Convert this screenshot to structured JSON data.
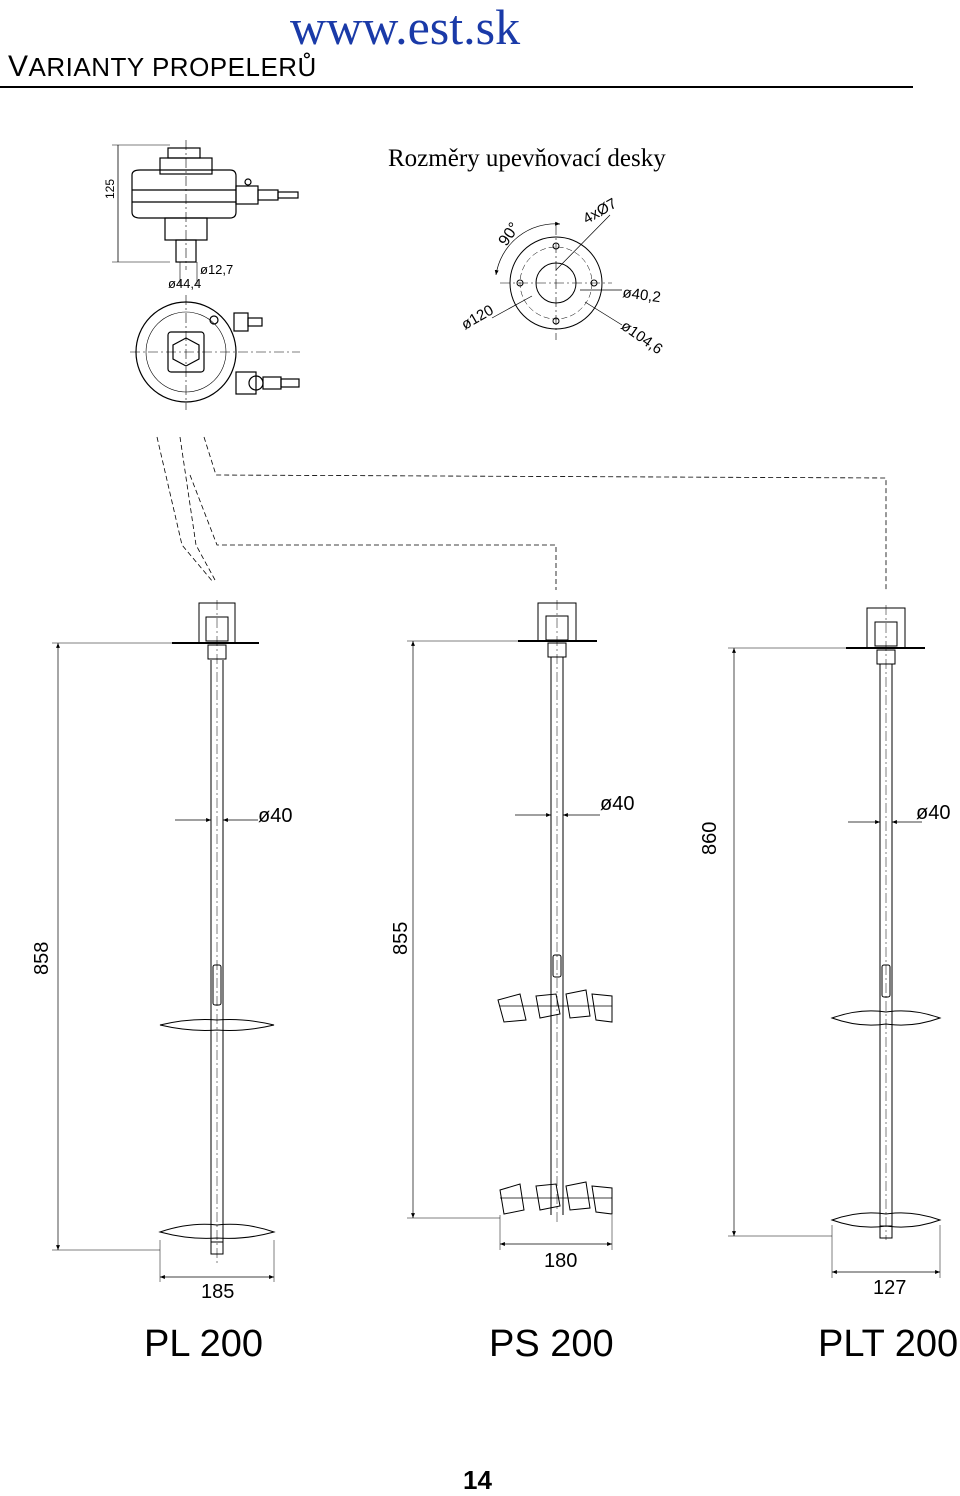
{
  "header": {
    "title_first": "V",
    "title_rest": "ARIANTY PROPELERŮ",
    "url": "www.est.sk",
    "subtitle": "Rozměry upevňovací desky"
  },
  "colors": {
    "url": "#1a3aa8",
    "line": "#000000"
  },
  "top_view": {
    "height_dim": "125",
    "d_shaft": "ø12,7",
    "d_body": "ø44,4"
  },
  "plate": {
    "angle": "90°",
    "holes": "4xØ7",
    "d_inner": "ø40,2",
    "d_outer": "ø120",
    "d_bolt": "ø104,6"
  },
  "variants": [
    {
      "name": "PL 200",
      "length": "858",
      "shaft_d": "ø40",
      "width": "185"
    },
    {
      "name": "PS 200",
      "length": "855",
      "shaft_d": "ø40",
      "width": "180"
    },
    {
      "name": "PLT 200",
      "length": "860",
      "shaft_d": "ø40",
      "width": "127"
    }
  ],
  "page_number": "14"
}
